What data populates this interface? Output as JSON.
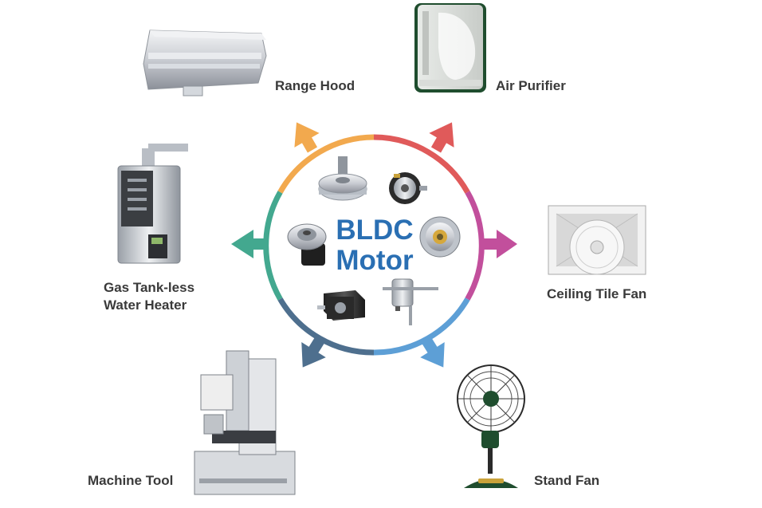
{
  "center": {
    "line1": "BLDC",
    "line2": "Motor"
  },
  "applications": {
    "range_hood": "Range Hood",
    "air_purifier": "Air Purifier",
    "ceiling_tile_fan": "Ceiling Tile Fan",
    "gas_heater_line1": "Gas Tank-less",
    "gas_heater_line2": "Water Heater",
    "machine_tool": "Machine Tool",
    "stand_fan": "Stand Fan"
  },
  "colors": {
    "orange": "#f2a94e",
    "red": "#e05a5a",
    "magenta": "#c24f9c",
    "blue": "#5d9fd6",
    "slate": "#4e6f8e",
    "teal": "#43a88f",
    "title": "#2a6fb3"
  }
}
